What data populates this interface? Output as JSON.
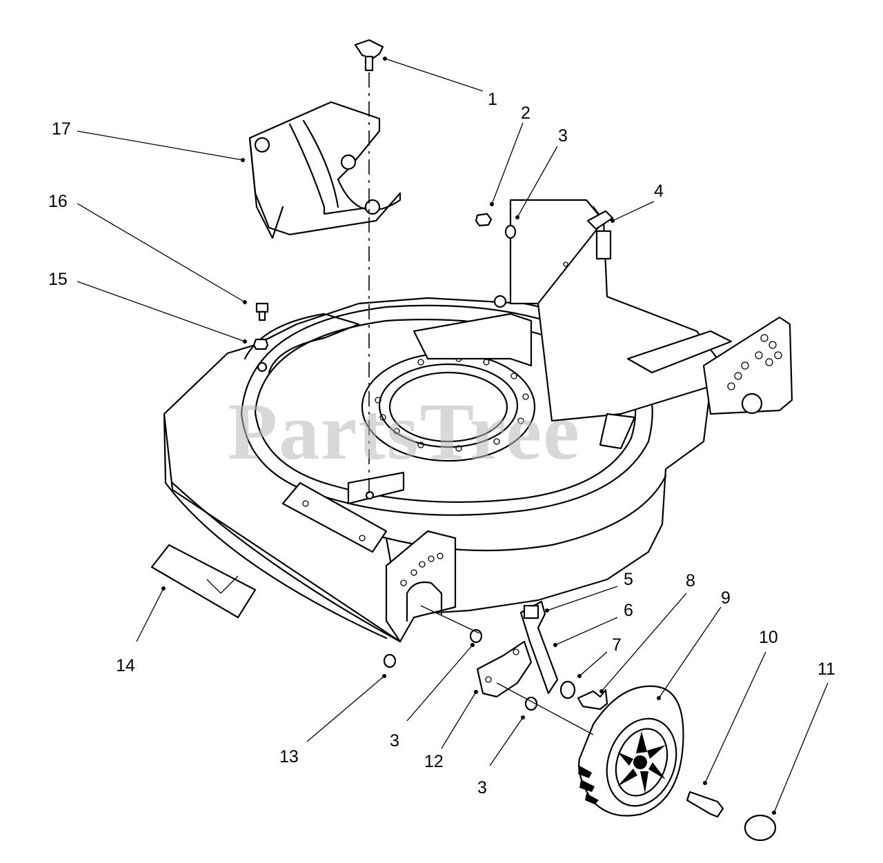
{
  "watermark": "PartsTree",
  "callouts": [
    {
      "id": "c1",
      "label": "1"
    },
    {
      "id": "c2",
      "label": "2"
    },
    {
      "id": "c3a",
      "label": "3"
    },
    {
      "id": "c4",
      "label": "4"
    },
    {
      "id": "c5",
      "label": "5"
    },
    {
      "id": "c6",
      "label": "6"
    },
    {
      "id": "c7",
      "label": "7"
    },
    {
      "id": "c8",
      "label": "8"
    },
    {
      "id": "c9",
      "label": "9"
    },
    {
      "id": "c10",
      "label": "10"
    },
    {
      "id": "c11",
      "label": "11"
    },
    {
      "id": "c12",
      "label": "12"
    },
    {
      "id": "c3b",
      "label": "3"
    },
    {
      "id": "c3c",
      "label": "3"
    },
    {
      "id": "c13",
      "label": "13"
    },
    {
      "id": "c14",
      "label": "14"
    },
    {
      "id": "c15",
      "label": "15"
    },
    {
      "id": "c16",
      "label": "16"
    },
    {
      "id": "c17",
      "label": "17"
    }
  ]
}
